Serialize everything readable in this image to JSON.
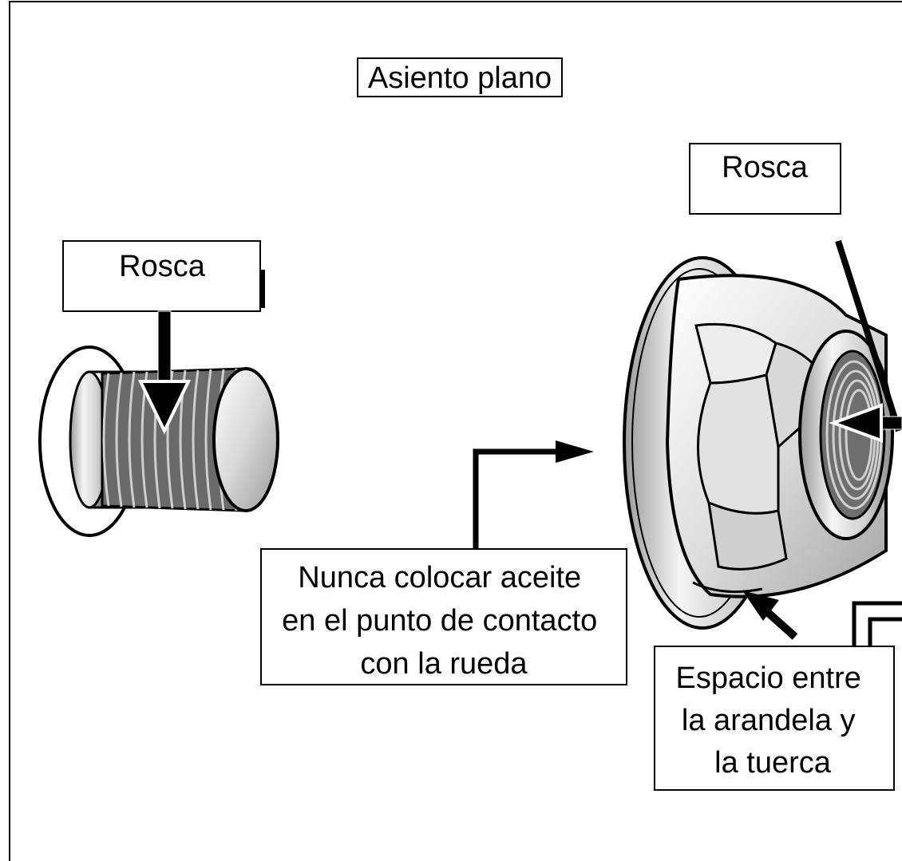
{
  "diagram": {
    "title": "Asiento plano",
    "labels": {
      "bolt_thread": "Rosca",
      "nut_thread": "Rosca",
      "oil_warning": [
        "Nunca colocar aceite",
        "en el punto de contacto",
        "con la rueda"
      ],
      "washer_gap": [
        "Espacio entre",
        "la arandela y",
        "la tuerca"
      ]
    }
  },
  "colors": {
    "ink": "#000000",
    "metal_light": "#f2f2f2",
    "metal_mid": "#c8c8c8",
    "metal_dark": "#7a7a7a",
    "thread": "#555555"
  }
}
